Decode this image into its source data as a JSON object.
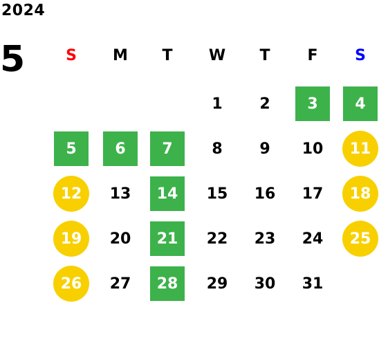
{
  "calendar": {
    "year": "2024",
    "month": "5",
    "weekdays": [
      {
        "label": "S",
        "color": "#ff0000"
      },
      {
        "label": "M",
        "color": "#000000"
      },
      {
        "label": "T",
        "color": "#000000"
      },
      {
        "label": "W",
        "color": "#000000"
      },
      {
        "label": "T",
        "color": "#000000"
      },
      {
        "label": "F",
        "color": "#000000"
      },
      {
        "label": "S",
        "color": "#0000ff"
      }
    ],
    "first_weekday_index": 3,
    "days": [
      {
        "n": "1",
        "style": "plain"
      },
      {
        "n": "2",
        "style": "plain"
      },
      {
        "n": "3",
        "style": "green"
      },
      {
        "n": "4",
        "style": "green"
      },
      {
        "n": "5",
        "style": "green"
      },
      {
        "n": "6",
        "style": "green"
      },
      {
        "n": "7",
        "style": "green"
      },
      {
        "n": "8",
        "style": "plain"
      },
      {
        "n": "9",
        "style": "plain"
      },
      {
        "n": "10",
        "style": "plain"
      },
      {
        "n": "11",
        "style": "gold"
      },
      {
        "n": "12",
        "style": "gold"
      },
      {
        "n": "13",
        "style": "plain"
      },
      {
        "n": "14",
        "style": "green"
      },
      {
        "n": "15",
        "style": "plain"
      },
      {
        "n": "16",
        "style": "plain"
      },
      {
        "n": "17",
        "style": "plain"
      },
      {
        "n": "18",
        "style": "gold"
      },
      {
        "n": "19",
        "style": "gold"
      },
      {
        "n": "20",
        "style": "plain"
      },
      {
        "n": "21",
        "style": "green"
      },
      {
        "n": "22",
        "style": "plain"
      },
      {
        "n": "23",
        "style": "plain"
      },
      {
        "n": "24",
        "style": "plain"
      },
      {
        "n": "25",
        "style": "gold"
      },
      {
        "n": "26",
        "style": "gold"
      },
      {
        "n": "27",
        "style": "plain"
      },
      {
        "n": "28",
        "style": "green"
      },
      {
        "n": "29",
        "style": "plain"
      },
      {
        "n": "30",
        "style": "plain"
      },
      {
        "n": "31",
        "style": "plain"
      }
    ],
    "colors": {
      "green": "#3db24b",
      "gold": "#f8d000"
    }
  }
}
